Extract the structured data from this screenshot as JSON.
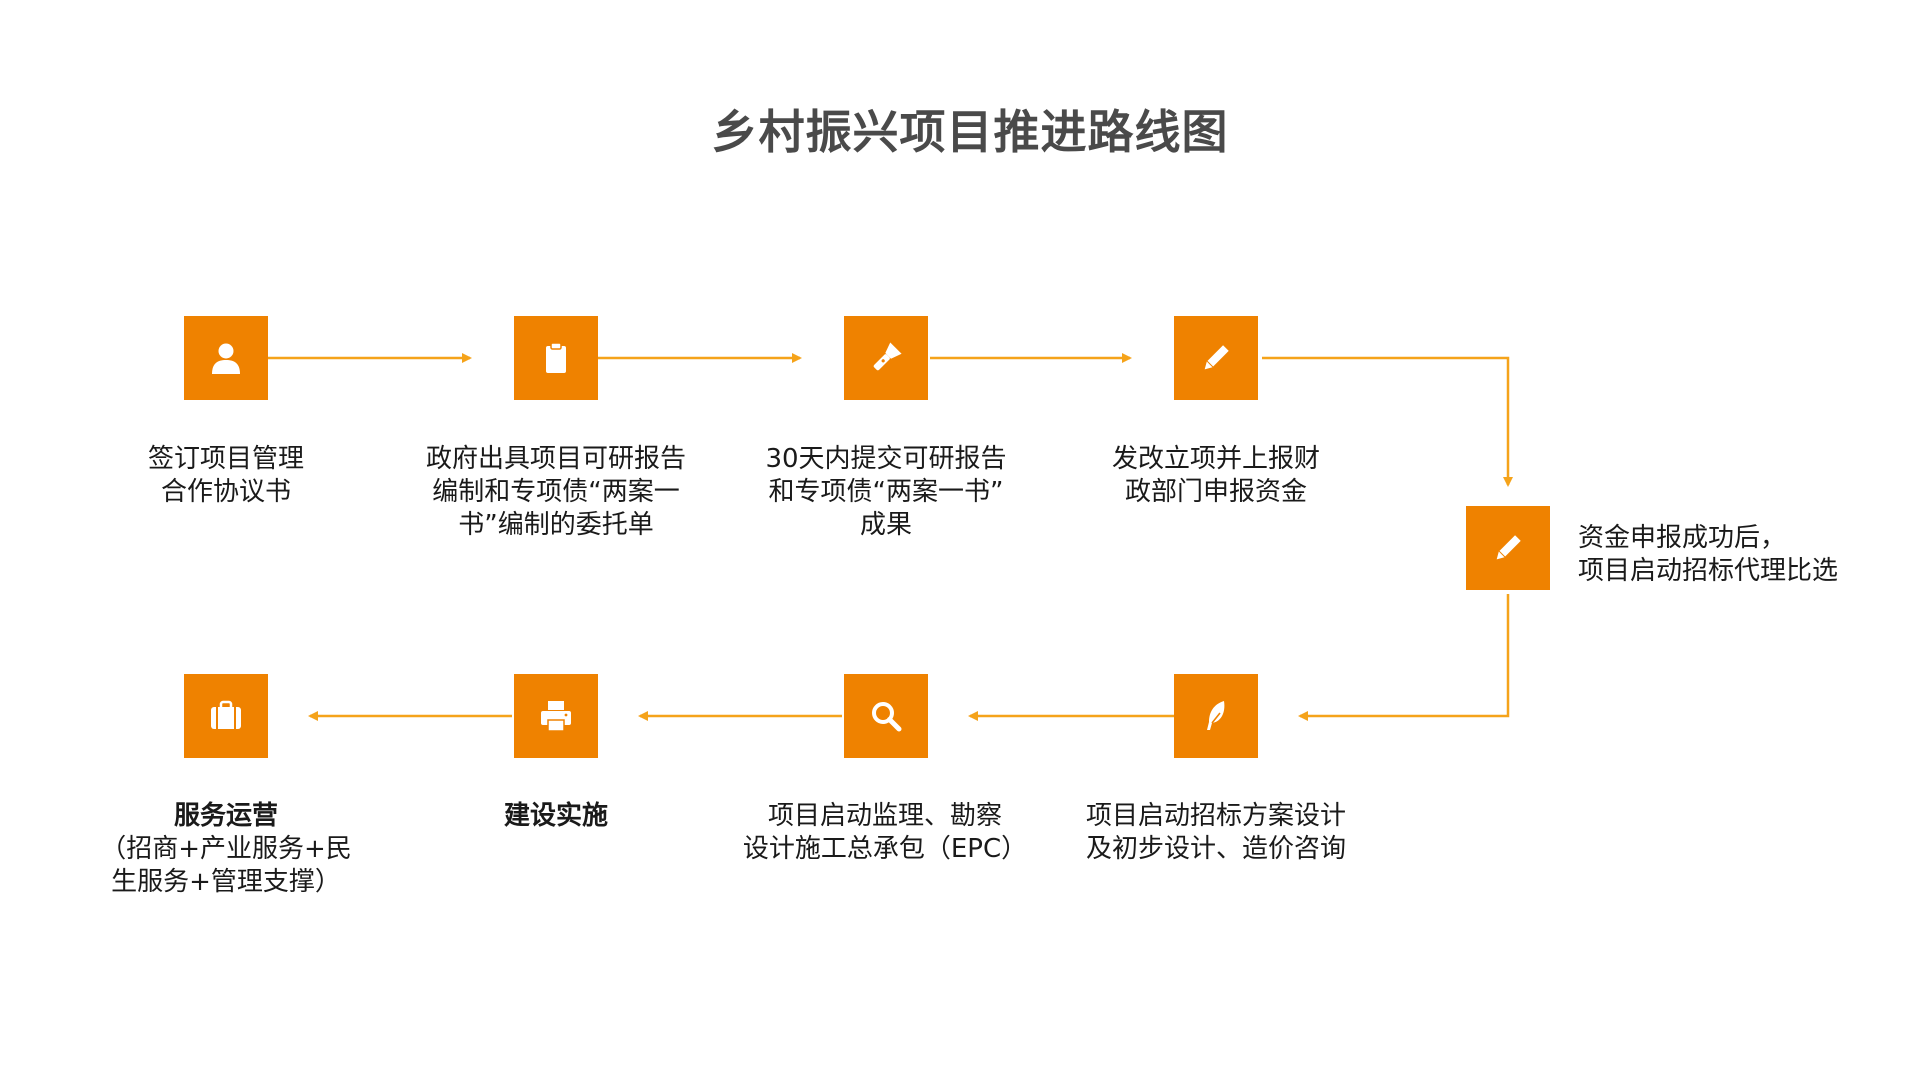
{
  "title": "乡村振兴项目推进路线图",
  "accent_color": "#ef8200",
  "connector_color": "#f5a31a",
  "steps": [
    {
      "icon": "user-icon",
      "label": "签订项目管理\n合作协议书"
    },
    {
      "icon": "clipboard-icon",
      "label": "政府出具项目可研报告\n编制和专项债“两案一\n书”编制的委托单"
    },
    {
      "icon": "flashlight-icon",
      "label": "30天内提交可研报告\n和专项债“两案一书”\n成果"
    },
    {
      "icon": "pencil-icon",
      "label": "发改立项并上报财\n政部门申报资金"
    },
    {
      "icon": "pencil-icon",
      "label": "资金申报成功后，\n项目启动招标代理比选"
    },
    {
      "icon": "quill-icon",
      "label": "项目启动招标方案设计\n及初步设计、造价咨询"
    },
    {
      "icon": "search-icon",
      "label": "项目启动监理、勘察\n设计施工总承包（EPC）"
    },
    {
      "icon": "printer-icon",
      "title": "建设实施",
      "label": ""
    },
    {
      "icon": "briefcase-icon",
      "title": "服务运营",
      "label": "（招商+产业服务+民\n生服务+管理支撑）"
    }
  ]
}
